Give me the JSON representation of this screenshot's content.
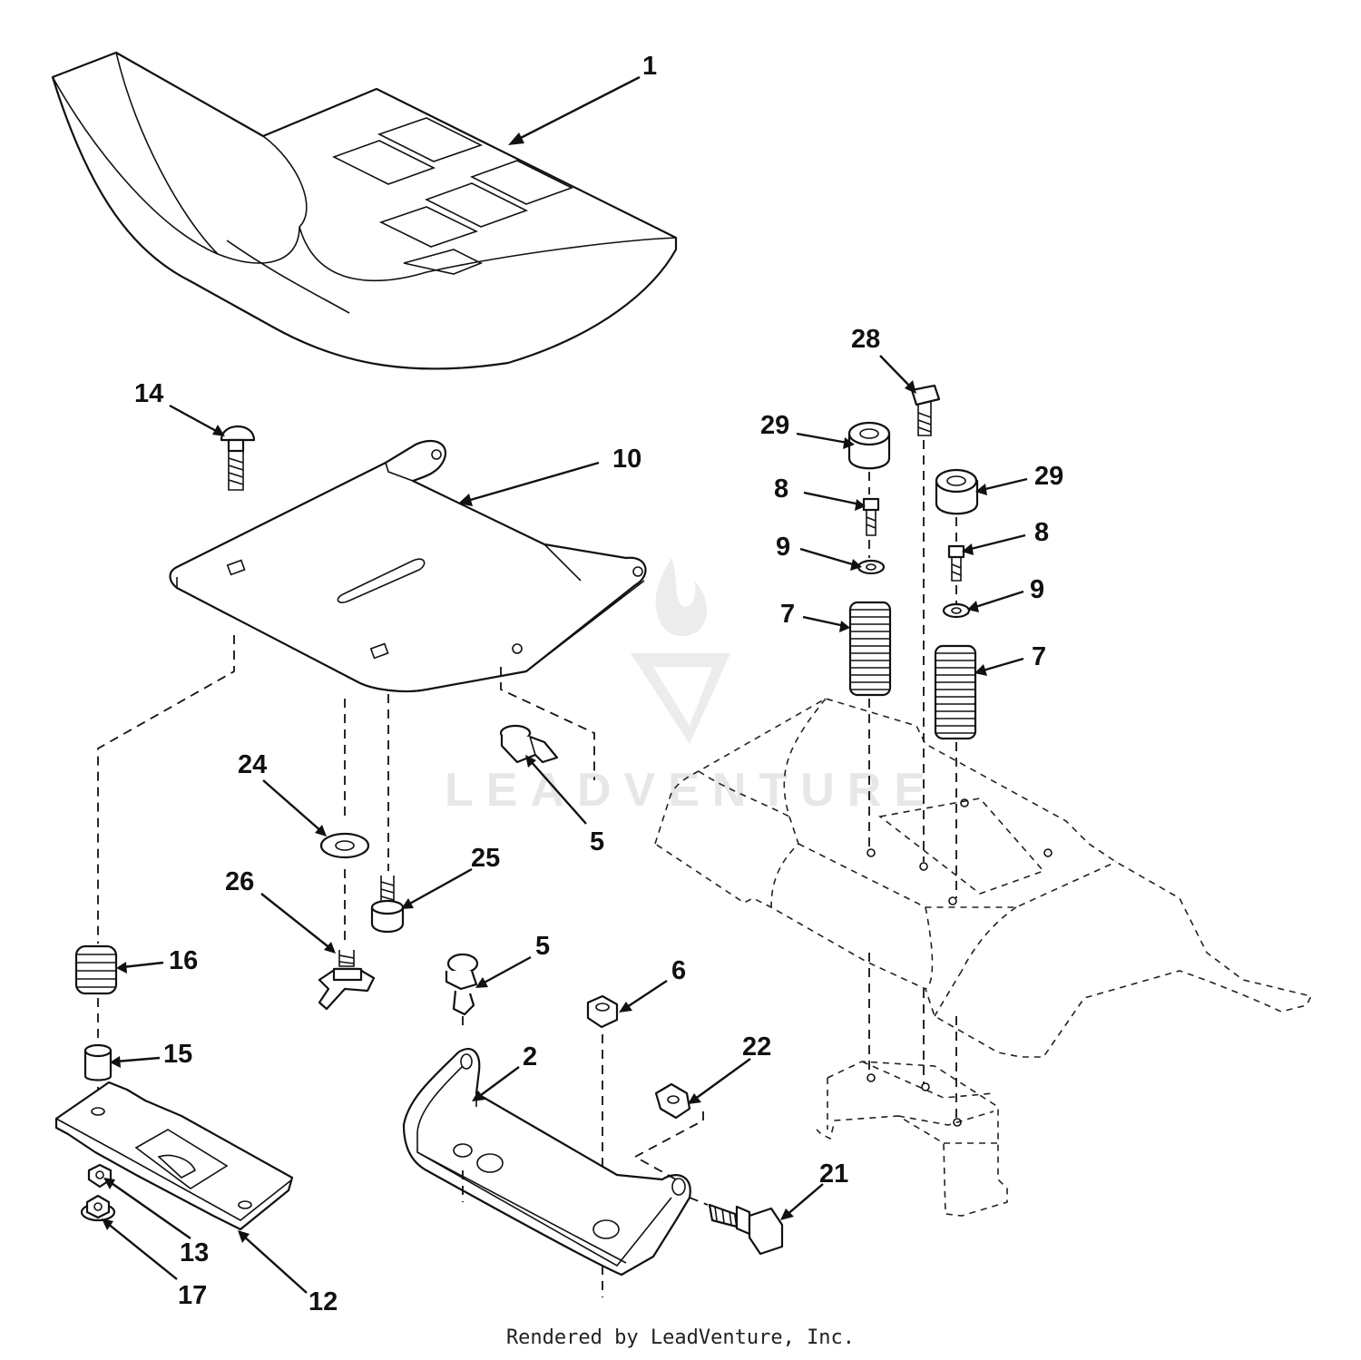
{
  "watermark": "LEADVENTURE",
  "footer": "Rendered by LeadVenture, Inc.",
  "callouts": {
    "p1": "1",
    "p2": "2",
    "p5a": "5",
    "p5b": "5",
    "p6": "6",
    "p7a": "7",
    "p7b": "7",
    "p8a": "8",
    "p8b": "8",
    "p9a": "9",
    "p9b": "9",
    "p10": "10",
    "p12": "12",
    "p13": "13",
    "p14": "14",
    "p15": "15",
    "p16": "16",
    "p17": "17",
    "p21": "21",
    "p22": "22",
    "p24": "24",
    "p25": "25",
    "p26": "26",
    "p28": "28",
    "p29a": "29",
    "p29b": "29"
  }
}
